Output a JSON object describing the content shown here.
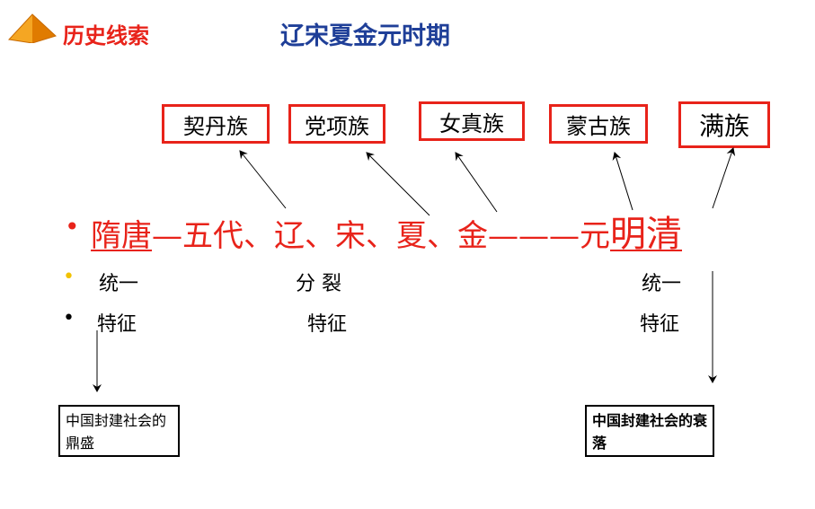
{
  "header": {
    "title": "历史线索"
  },
  "main_title": "辽宋夏金元时期",
  "ethnic_boxes": [
    "契丹族",
    "党项族",
    "女真族",
    "蒙古族",
    "满族"
  ],
  "timeline": {
    "sui_tang": "隋唐",
    "dash1": "—",
    "middle": "五代、辽、宋、夏、金",
    "dash2": "———",
    "yuan": "元",
    "ming_qing": "明清"
  },
  "labels": {
    "unify_left": "统一",
    "split": "分 裂",
    "unify_right": "统一",
    "feature_left": "特征",
    "feature_mid": "特征",
    "feature_right": "特征"
  },
  "notes": {
    "left": "中国封建社会的鼎盛",
    "right": "中国封建社会的衰落"
  },
  "colors": {
    "red": "#e8231a",
    "blue": "#1f3f98",
    "bullet_yellow": "#f2c200"
  }
}
